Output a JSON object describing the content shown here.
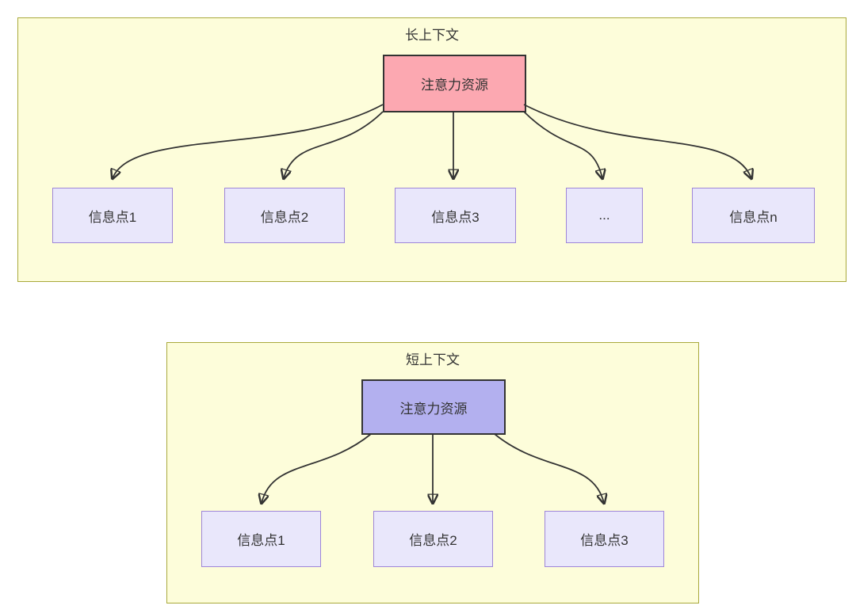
{
  "diagram": {
    "panels": [
      {
        "id": "long-context",
        "title": "长上下文",
        "root": {
          "label": "注意力资源",
          "fill": "#fca8b1"
        },
        "children": [
          {
            "label": "信息点1"
          },
          {
            "label": "信息点2"
          },
          {
            "label": "信息点3"
          },
          {
            "label": "..."
          },
          {
            "label": "信息点n"
          }
        ]
      },
      {
        "id": "short-context",
        "title": "短上下文",
        "root": {
          "label": "注意力资源",
          "fill": "#b3b0ef"
        },
        "children": [
          {
            "label": "信息点1"
          },
          {
            "label": "信息点2"
          },
          {
            "label": "信息点3"
          }
        ]
      }
    ],
    "colors": {
      "panel_background": "#fdfdda",
      "panel_border": "#a9a93c",
      "long_root_fill": "#fca8b1",
      "short_root_fill": "#b3b0ef",
      "child_fill": "#e9e7fb",
      "child_border": "#9e86d8",
      "root_border": "#333333",
      "arrow": "#333333",
      "text": "#333333"
    }
  }
}
